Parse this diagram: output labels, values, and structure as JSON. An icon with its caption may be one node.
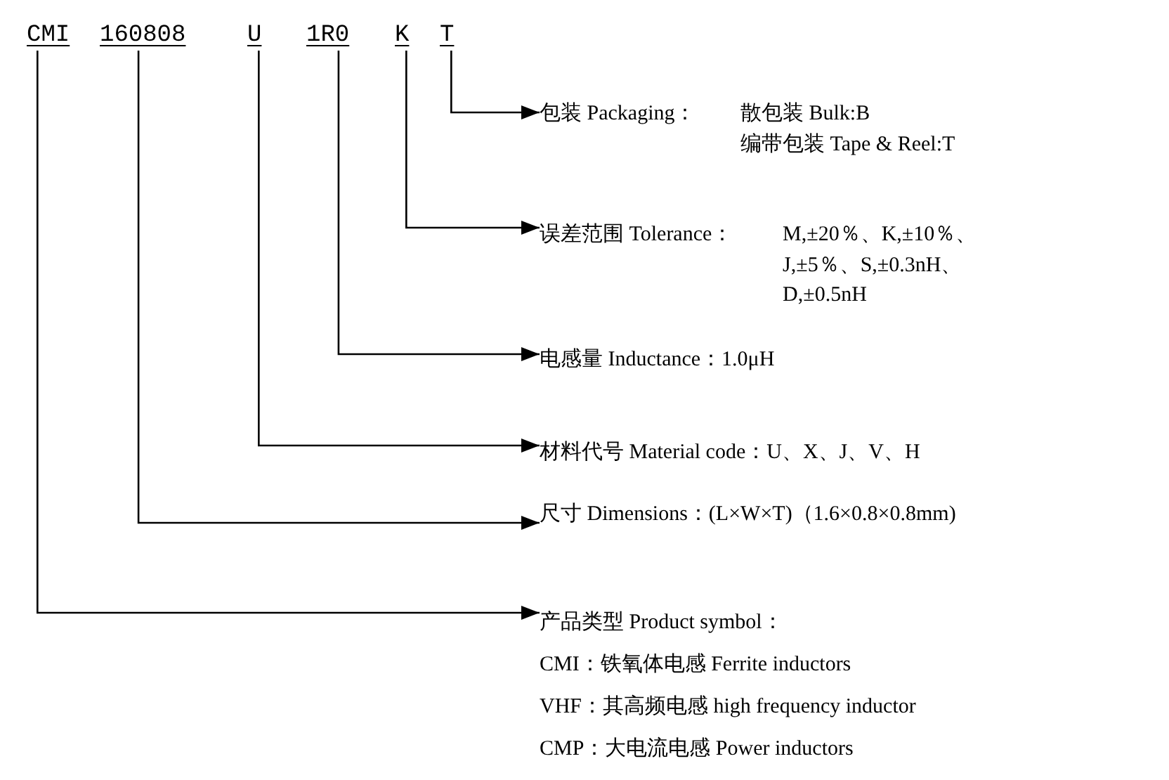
{
  "diagram": {
    "nodes": [
      {
        "text": [
          "CMI"
        ]
      },
      {
        "text": [
          "160808"
        ]
      },
      {
        "text": [
          "U"
        ]
      },
      {
        "text": [
          "1R0"
        ]
      },
      {
        "text": [
          "K"
        ]
      },
      {
        "text": [
          "T"
        ]
      },
      {
        "text": [
          "包装 Packaging：",
          "散包装 Bulk:B",
          "编带包装 Tape & Reel:T"
        ]
      },
      {
        "text": [
          "误差范围 Tolerance：",
          "M,±20％、K,±10％、J,±5％、S,±0.3nH、D,±0.5nH"
        ]
      },
      {
        "text": [
          "电感量 Inductance：1.0μH"
        ]
      },
      {
        "text": [
          "材料代号 Material code：U、X、J、V、H"
        ]
      },
      {
        "text": [
          "尺寸 Dimensions：(L×W×T)（1.6×0.8×0.8mm)"
        ]
      },
      {
        "text": [
          "产品类型 Product symbol：",
          "CMI：铁氧体电感 Ferrite inductors",
          "VHF：其高频电感 high frequency inductor",
          "CMP：大电流电感 Power inductors"
        ]
      }
    ],
    "edges": [
      {
        "from": 0,
        "to": 11,
        "arrow": "to"
      },
      {
        "from": 1,
        "to": 10,
        "arrow": "to"
      },
      {
        "from": 2,
        "to": 9,
        "arrow": "to"
      },
      {
        "from": 3,
        "to": 8,
        "arrow": "to"
      },
      {
        "from": 4,
        "to": 7,
        "arrow": "to"
      },
      {
        "from": 5,
        "to": 6,
        "arrow": "to"
      }
    ]
  }
}
